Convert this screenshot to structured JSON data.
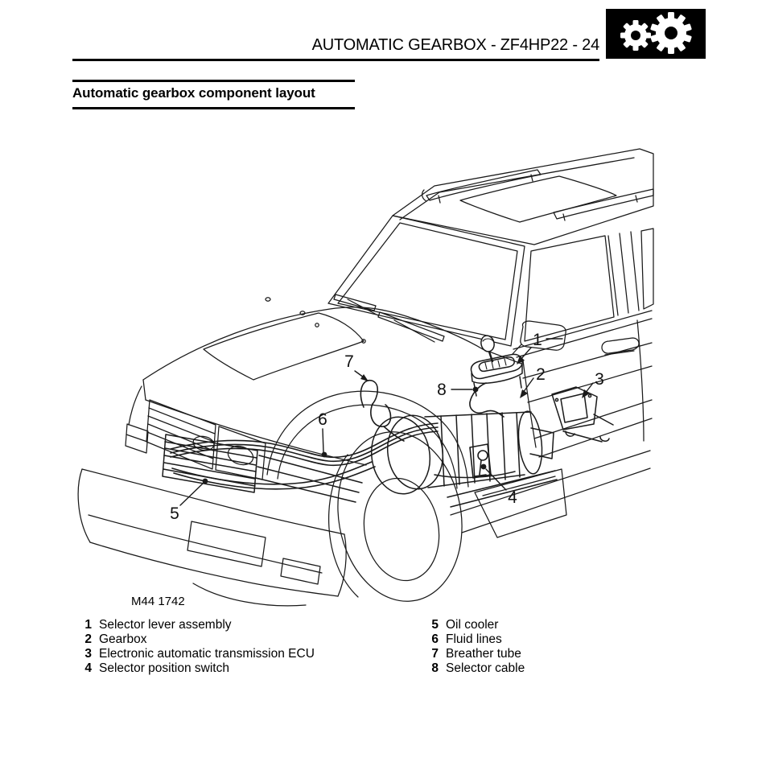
{
  "header": {
    "title": "AUTOMATIC GEARBOX - ZF4HP22 - 24",
    "icon": "gears-icon"
  },
  "section": {
    "heading": "Automatic gearbox component layout"
  },
  "figure": {
    "ref": "M44 1742",
    "subject": "Land Rover Discovery front three-quarter cutaway line drawing",
    "callouts": [
      "1",
      "2",
      "3",
      "4",
      "5",
      "6",
      "7",
      "8"
    ]
  },
  "legend": {
    "items": [
      {
        "num": "1",
        "label": "Selector lever assembly"
      },
      {
        "num": "2",
        "label": "Gearbox"
      },
      {
        "num": "3",
        "label": "Electronic automatic transmission ECU"
      },
      {
        "num": "4",
        "label": "Selector position switch"
      },
      {
        "num": "5",
        "label": "Oil cooler"
      },
      {
        "num": "6",
        "label": "Fluid lines"
      },
      {
        "num": "7",
        "label": "Breather tube"
      },
      {
        "num": "8",
        "label": "Selector cable"
      }
    ]
  },
  "colors": {
    "paper": "#ffffff",
    "ink": "#1a1a1a",
    "icon_bg": "#000000",
    "icon_fg": "#ffffff"
  }
}
